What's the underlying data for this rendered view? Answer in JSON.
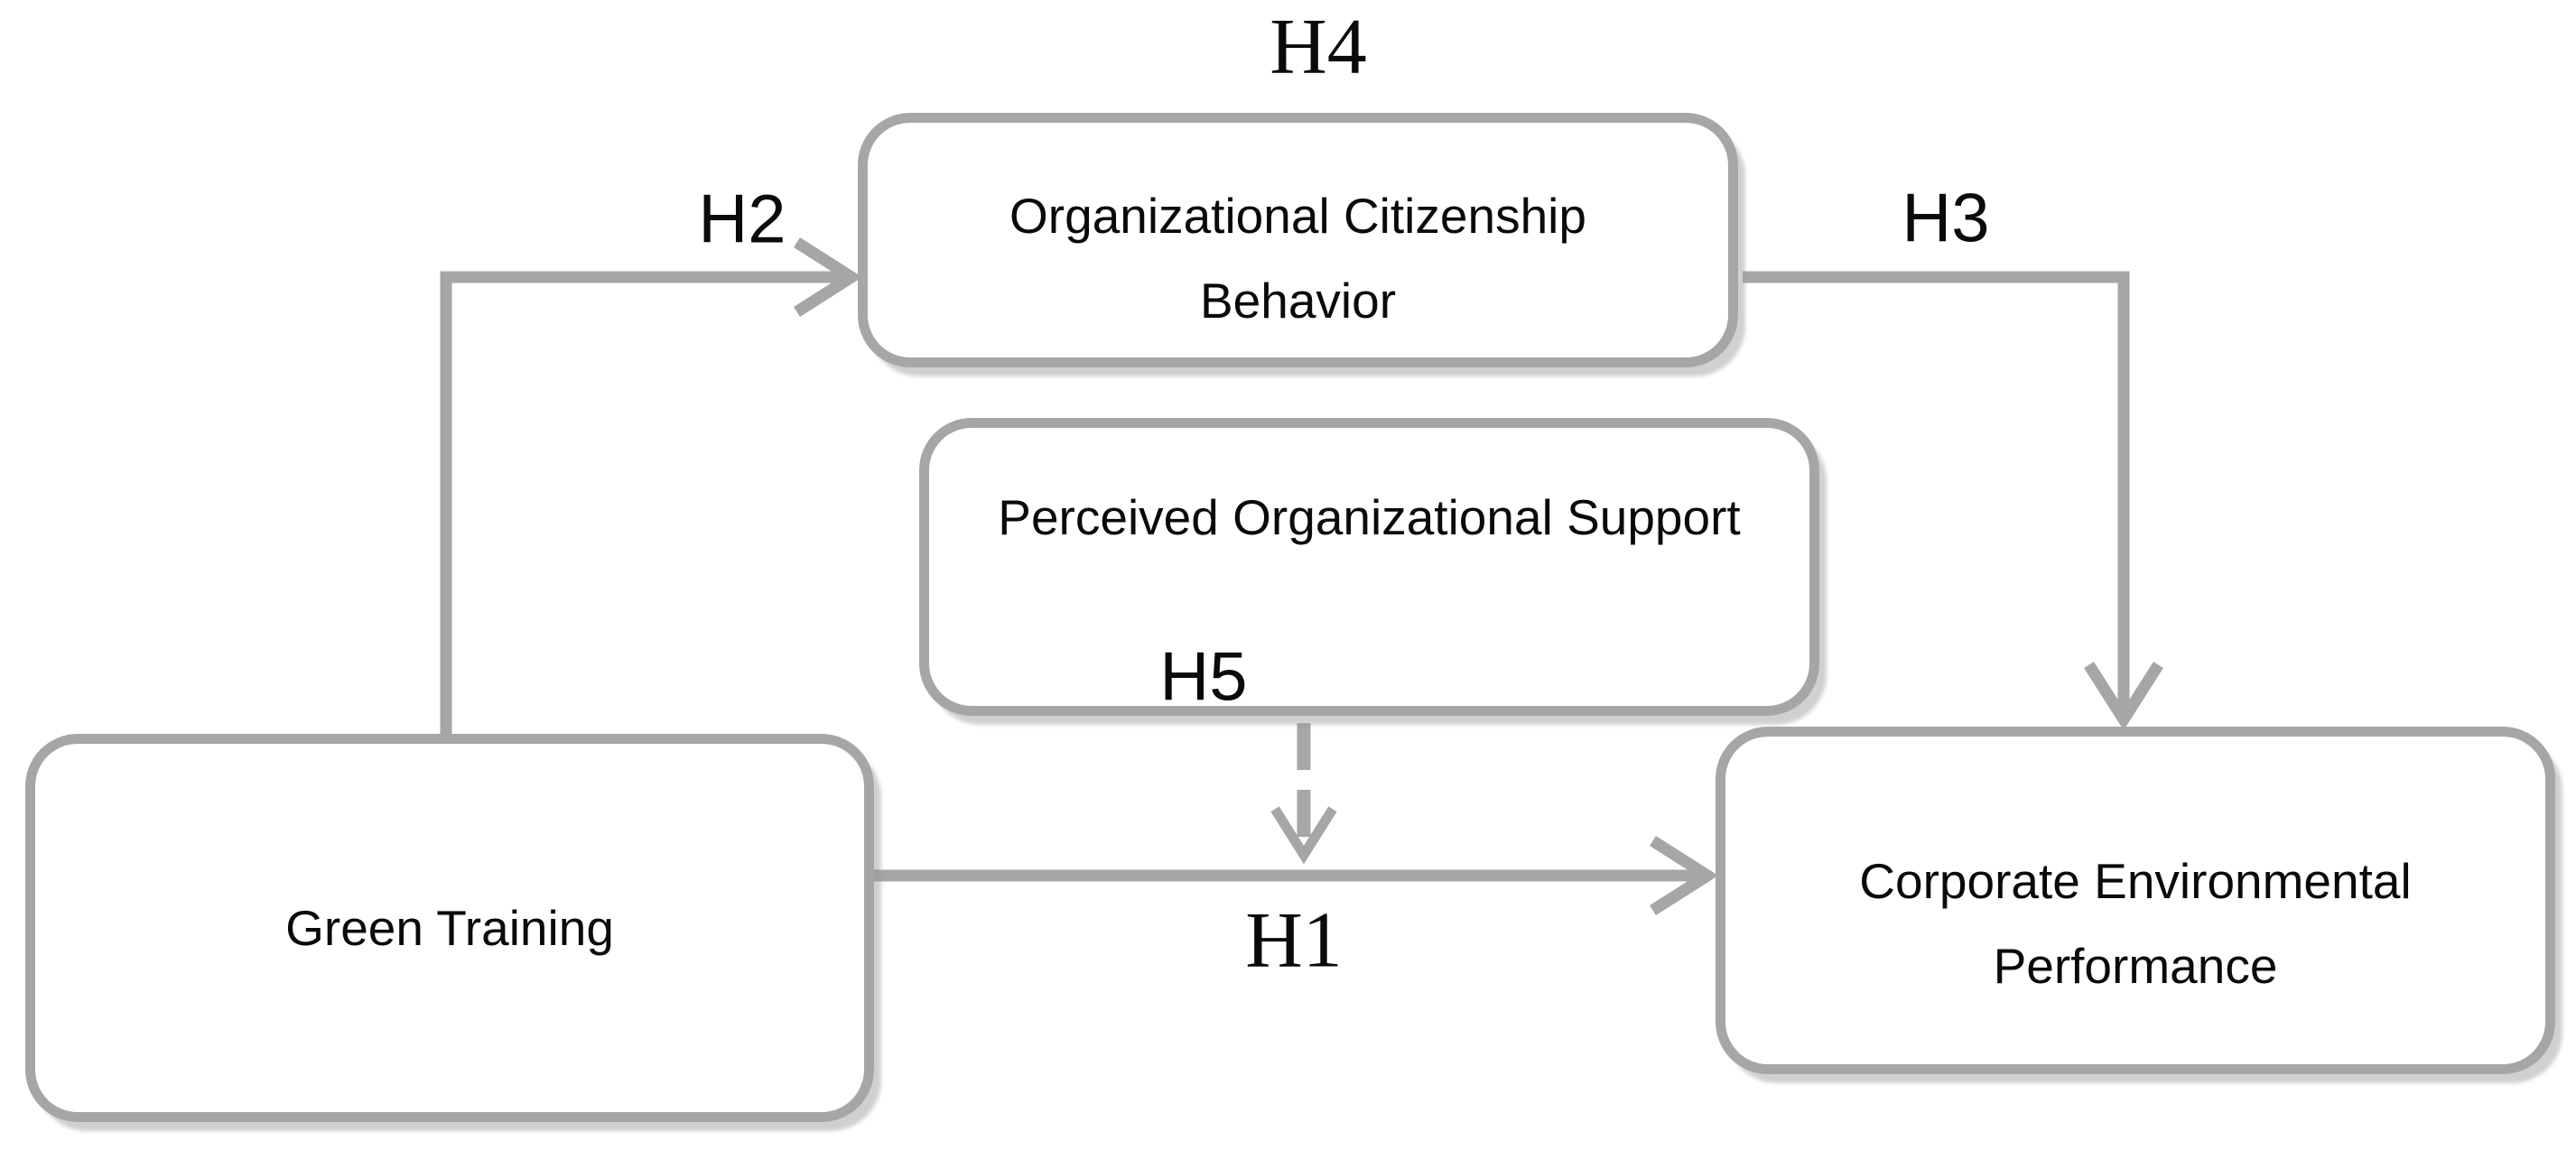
{
  "colors": {
    "background": "#ffffff",
    "stroke": "#a6a6a6",
    "text": "#0a0a0a"
  },
  "nodes": {
    "ocb": {
      "line1": "Organizational Citizenship",
      "line2": "Behavior"
    },
    "pos": {
      "line1": "Perceived Organizational Support"
    },
    "green_training": {
      "line1": "Green Training"
    },
    "cep": {
      "line1": "Corporate Environmental",
      "line2": "Performance"
    }
  },
  "hypothesis_labels": {
    "h1": "H1",
    "h2": "H2",
    "h3": "H3",
    "h4": "H4",
    "h5": "H5"
  },
  "edges": [
    {
      "hypothesis": "H2",
      "from": "Green Training",
      "to": "Organizational Citizenship Behavior",
      "style": "solid-elbow-arrow"
    },
    {
      "hypothesis": "H3",
      "from": "Organizational Citizenship Behavior",
      "to": "Corporate Environmental Performance",
      "style": "solid-elbow-arrow"
    },
    {
      "hypothesis": "H1",
      "from": "Green Training",
      "to": "Corporate Environmental Performance",
      "style": "solid-straight-arrow"
    },
    {
      "hypothesis": "H5",
      "from": "Perceived Organizational Support",
      "to": "H1 path",
      "style": "dashed-arrow"
    },
    {
      "hypothesis": "H4",
      "from": "Green Training",
      "to": "Corporate Environmental Performance",
      "style": "label-only-above-mediator"
    }
  ]
}
